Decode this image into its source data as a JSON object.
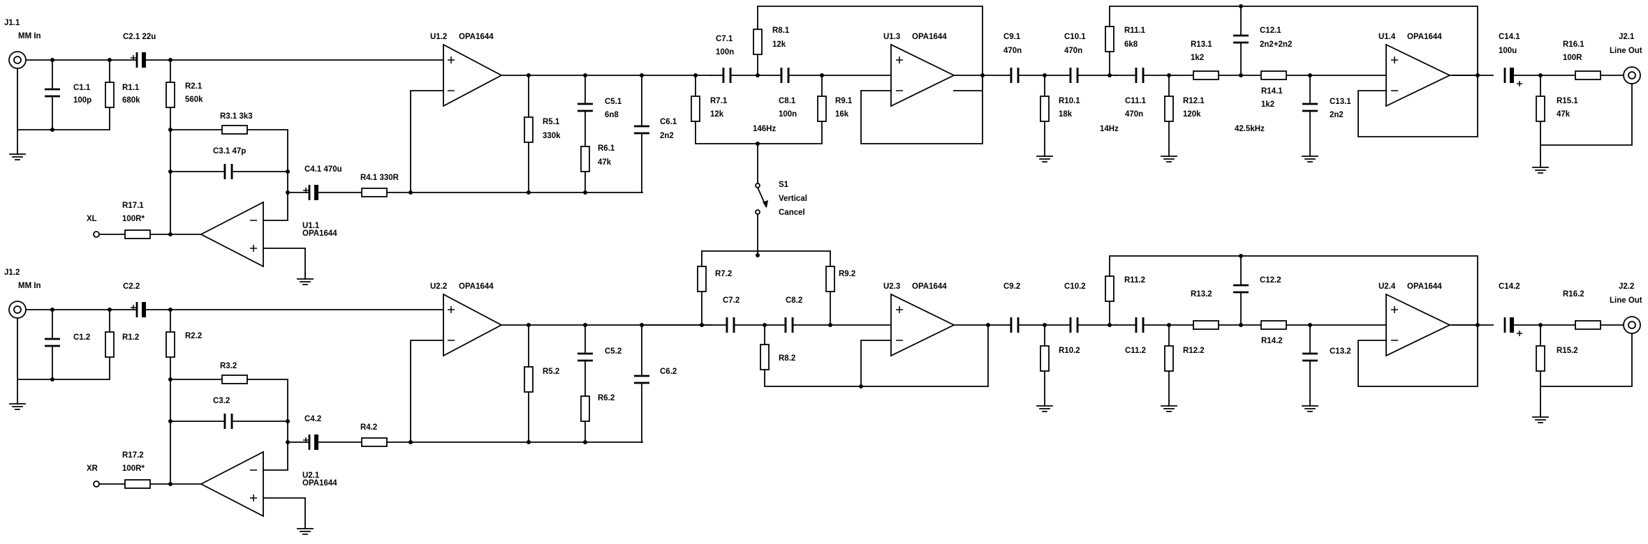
{
  "ch1": {
    "j1": "J1.1",
    "j1_sub": "MM In",
    "c1": "C1.1",
    "c1_val": "100p",
    "c2": "C2.1 22u",
    "r1": "R1.1",
    "r1_val": "680k",
    "r2": "R2.1",
    "r2_val": "560k",
    "r3": "R3.1 3k3",
    "c3": "C3.1 47p",
    "c4": "C4.1 470u",
    "r4": "R4.1 330R",
    "r17": "R17.1",
    "r17_val": "100R*",
    "x": "XL",
    "u1": "U1.1",
    "u1_part": "OPA1644",
    "u2": "U1.2",
    "u2_part": "OPA1644",
    "r5": "R5.1",
    "r5_val": "330k",
    "c5": "C5.1",
    "c5_val": "6n8",
    "r6": "R6.1",
    "r6_val": "47k",
    "c6": "C6.1",
    "c6_val": "2n2",
    "c7": "C7.1",
    "c7_val": "100n",
    "r8": "R8.1",
    "r8_val": "12k",
    "c8": "C8.1",
    "c8_val": "100n",
    "r7": "R7.1",
    "r7_val": "12k",
    "r9": "R9.1",
    "r9_val": "16k",
    "freq_a": "146Hz",
    "u3": "U1.3",
    "u3_part": "OPA1644",
    "c9": "C9.1",
    "c9_val": "470n",
    "c10": "C10.1",
    "c10_val": "470n",
    "r10": "R10.1",
    "r10_val": "18k",
    "r11": "R11.1",
    "r11_val": "6k8",
    "c11": "C11.1",
    "c11_val": "470n",
    "freq_b": "14Hz",
    "r12": "R12.1",
    "r12_val": "120k",
    "r13": "R13.1",
    "r13_val": "1k2",
    "c12": "C12.1",
    "c12_val": "2n2+2n2",
    "r14": "R14.1",
    "r14_val": "1k2",
    "freq_c": "42.5kHz",
    "c13": "C13.1",
    "c13_val": "2n2",
    "u4": "U1.4",
    "u4_part": "OPA1644",
    "c14": "C14.1",
    "c14_val": "100u",
    "r16": "R16.1",
    "r16_val": "100R",
    "r15": "R15.1",
    "r15_val": "47k",
    "j2": "J2.1",
    "j2_sub": "Line Out"
  },
  "ch2": {
    "j1": "J1.2",
    "j1_sub": "MM In",
    "c1": "C1.2",
    "c2": "C2.2",
    "r1": "R1.2",
    "r2": "R2.2",
    "r3": "R3.2",
    "c3": "C3.2",
    "c4": "C4.2",
    "r4": "R4.2",
    "r17": "R17.2",
    "r17_val": "100R*",
    "x": "XR",
    "u1": "U2.1",
    "u1_part": "OPA1644",
    "u2": "U2.2",
    "u2_part": "OPA1644",
    "r5": "R5.2",
    "c5": "C5.2",
    "r6": "R6.2",
    "c6": "C6.2",
    "r7": "R7.2",
    "c7": "C7.2",
    "c8": "C8.2",
    "r8": "R8.2",
    "r9": "R9.2",
    "u3": "U2.3",
    "u3_part": "OPA1644",
    "c9": "C9.2",
    "c10": "C10.2",
    "r10": "R10.2",
    "r11": "R11.2",
    "c11": "C11.2",
    "r12": "R12.2",
    "r13": "R13.2",
    "c12": "C12.2",
    "r14": "R14.2",
    "c13": "C13.2",
    "u4": "U2.4",
    "u4_part": "OPA1644",
    "c14": "C14.2",
    "r16": "R16.2",
    "r15": "R15.2",
    "j2": "J2.2",
    "j2_sub": "Line Out"
  },
  "switch": {
    "ref": "S1",
    "name1": "Vertical",
    "name2": "Cancel"
  },
  "signs": {
    "plus": "+",
    "minus": "−"
  }
}
